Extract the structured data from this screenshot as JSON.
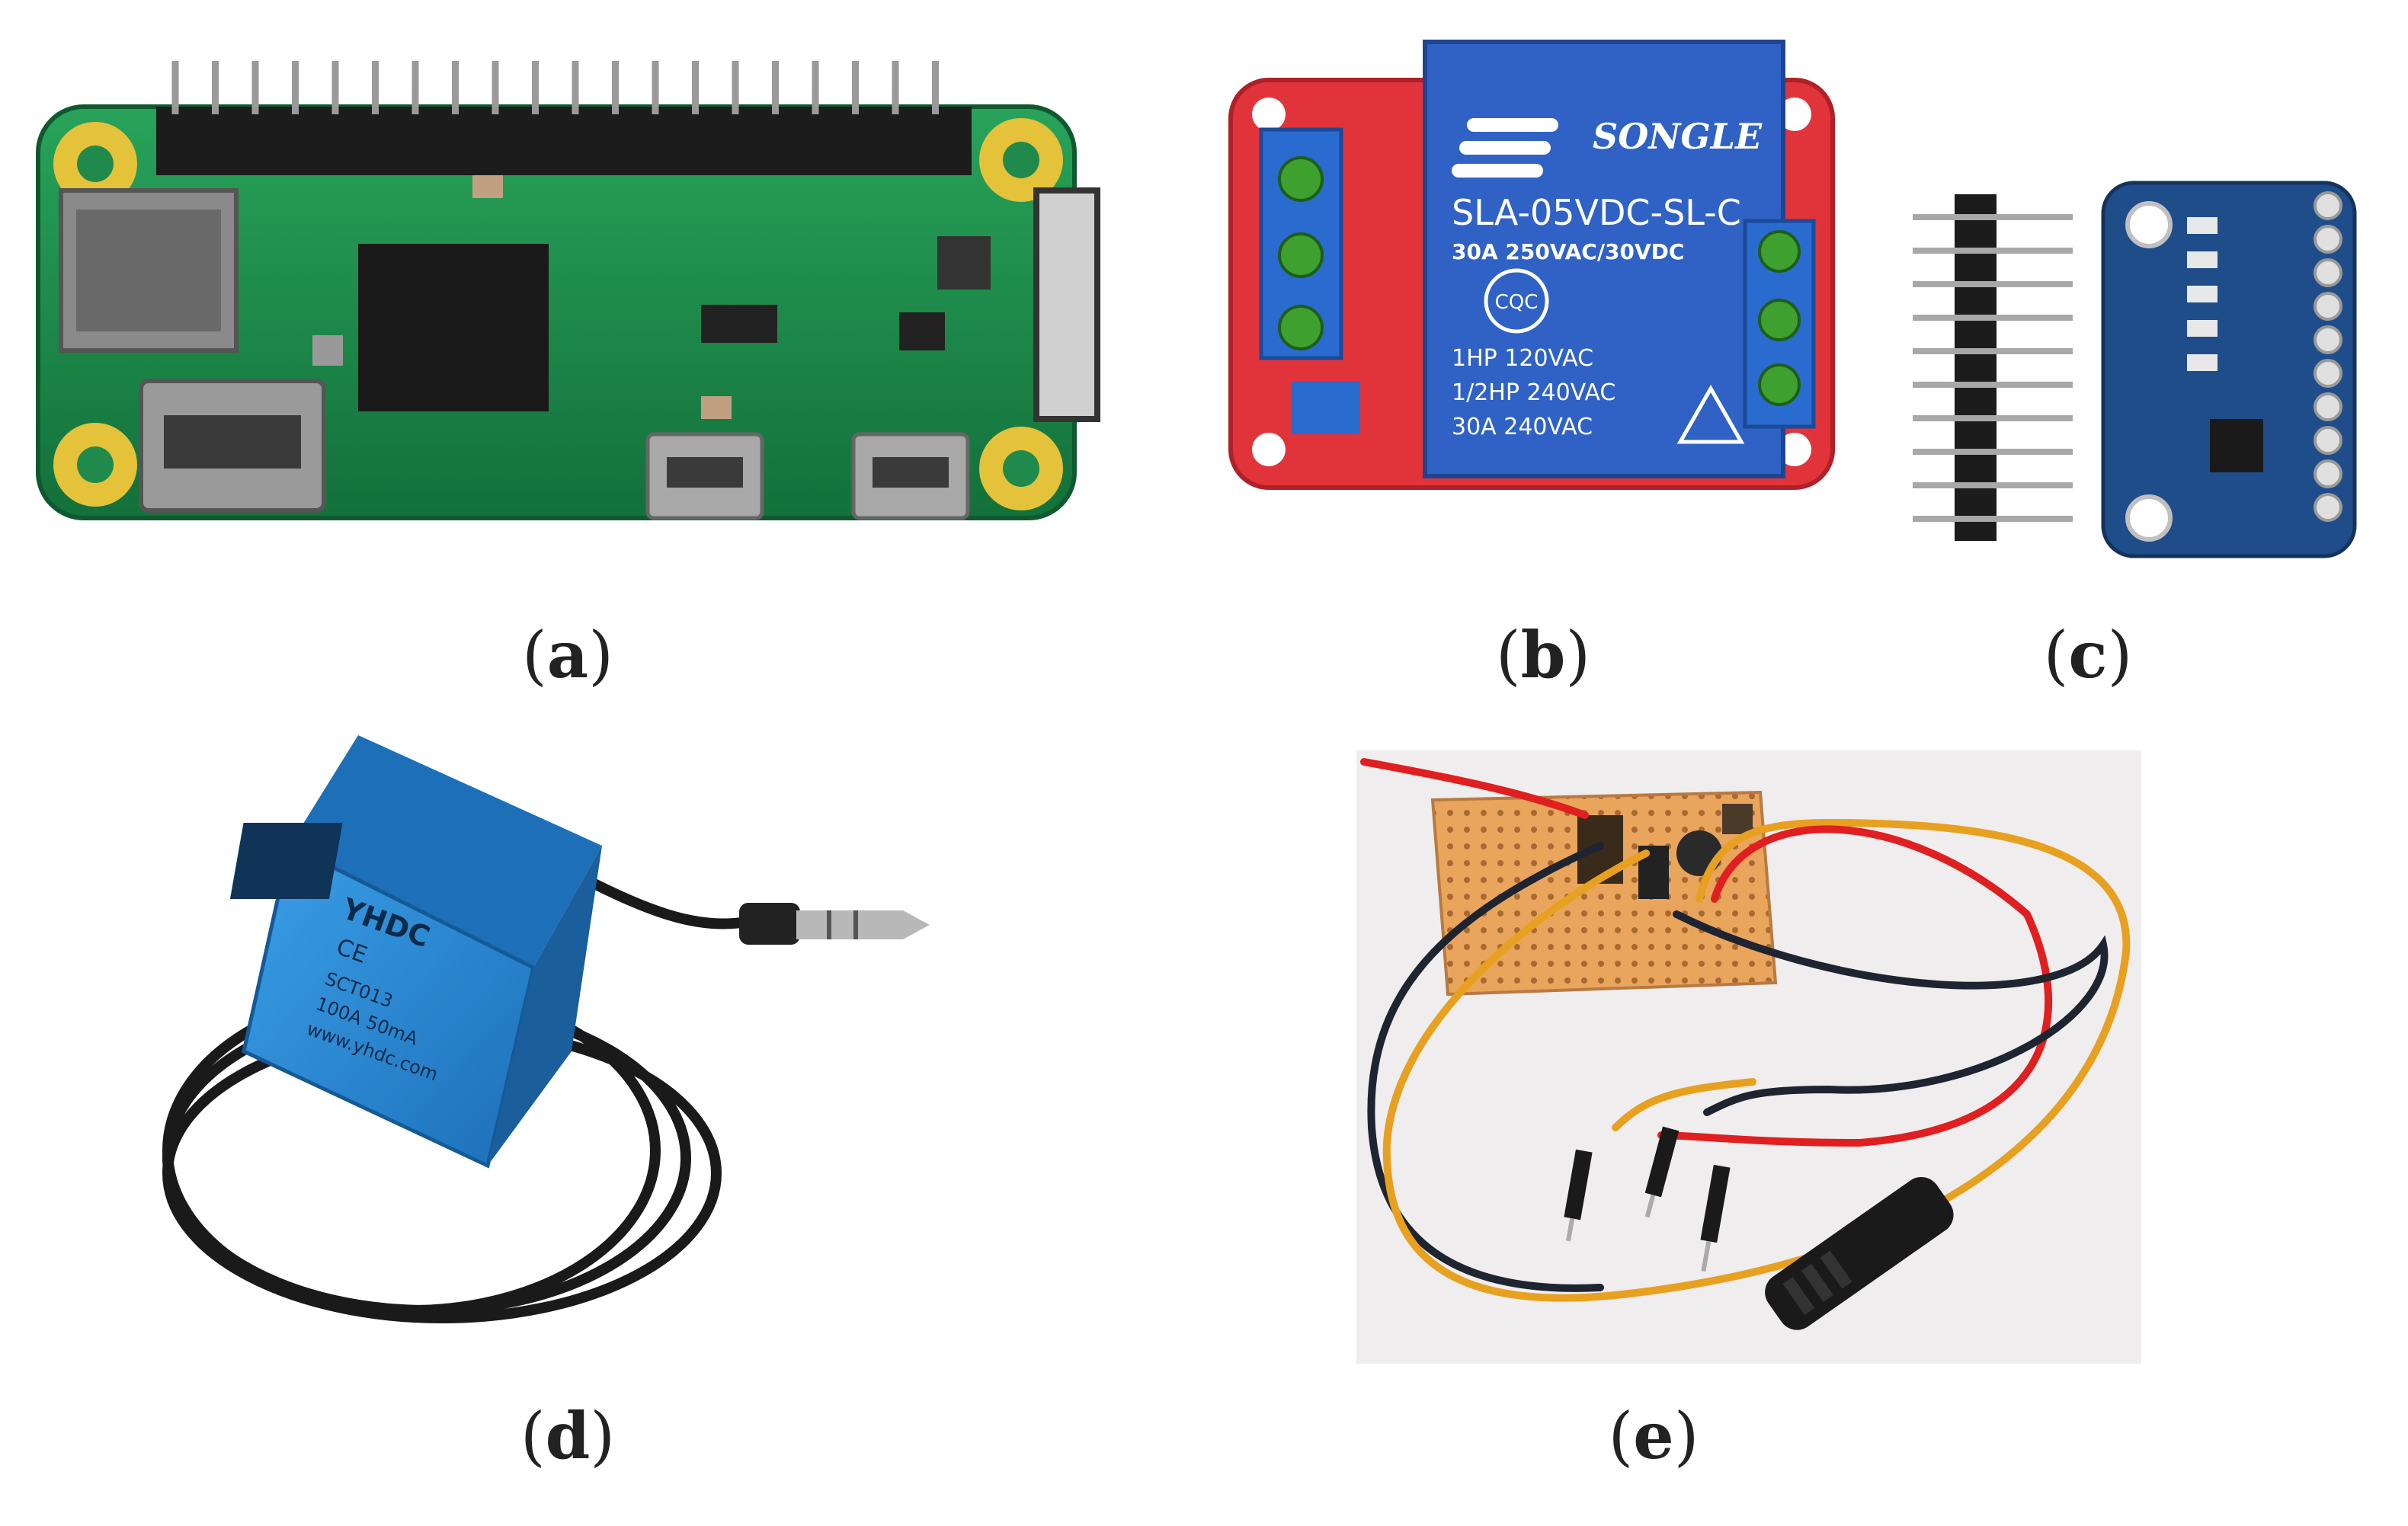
{
  "panels": [
    {
      "id": "a",
      "label_open": "(",
      "letter": "a",
      "label_close": ")"
    },
    {
      "id": "b",
      "label_open": "(",
      "letter": "b",
      "label_close": ")"
    },
    {
      "id": "c",
      "label_open": "(",
      "letter": "c",
      "label_close": ")"
    },
    {
      "id": "d",
      "label_open": "(",
      "letter": "d",
      "label_close": ")"
    },
    {
      "id": "e",
      "label_open": "(",
      "letter": "e",
      "label_close": ")"
    }
  ],
  "relay": {
    "brand": "SONGLE",
    "model": "SLA-05VDC-SL-C",
    "rating": "30A 250VAC/30VDC",
    "line1": "1HP 120VAC",
    "line2": "1/2HP 240VAC",
    "line3": "30A 240VAC",
    "cert": "CQC"
  },
  "sensor": {
    "brand": "YHDC",
    "ce": "CE",
    "model": "SCT013",
    "spec": "100A 50mA",
    "url": "www.yhdc.com"
  },
  "colors": {
    "pcb_green": "#1f8a4c",
    "relay_red": "#e0343a",
    "relay_blue": "#2f62c4",
    "adc_blue": "#1e4d8a",
    "ct_blue": "#2a86d4",
    "veroboard": "#e8a35a",
    "wire_red": "#e02020",
    "wire_orange": "#e8a020",
    "wire_black": "#202020"
  }
}
